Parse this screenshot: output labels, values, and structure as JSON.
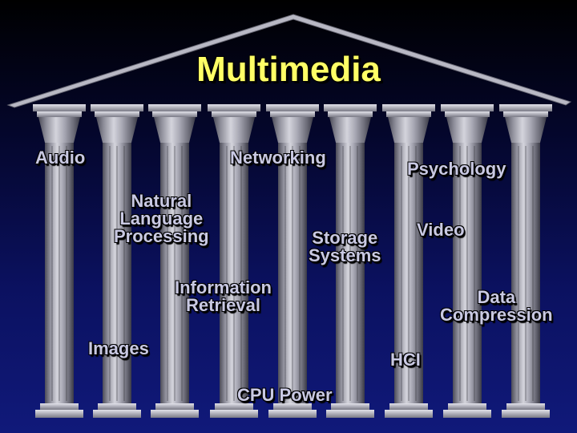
{
  "title": "Multimedia",
  "colors": {
    "title": "#ffff66",
    "label": "#c9c9e3",
    "pillar_light": "#d4d4dc",
    "pillar_mid": "#9a9aa6",
    "pillar_dark": "#4c4c58",
    "roof": "#b8b8c4"
  },
  "topics": [
    {
      "text": "Audio"
    },
    {
      "text": "Networking"
    },
    {
      "text": "Psychology"
    },
    {
      "text": "Natural\nLanguage\nProcessing"
    },
    {
      "text": "Storage\nSystems"
    },
    {
      "text": "Video"
    },
    {
      "text": "Information\nRetrieval"
    },
    {
      "text": "Data\nCompression"
    },
    {
      "text": "Images"
    },
    {
      "text": "HCI"
    },
    {
      "text": "CPU Power"
    }
  ]
}
